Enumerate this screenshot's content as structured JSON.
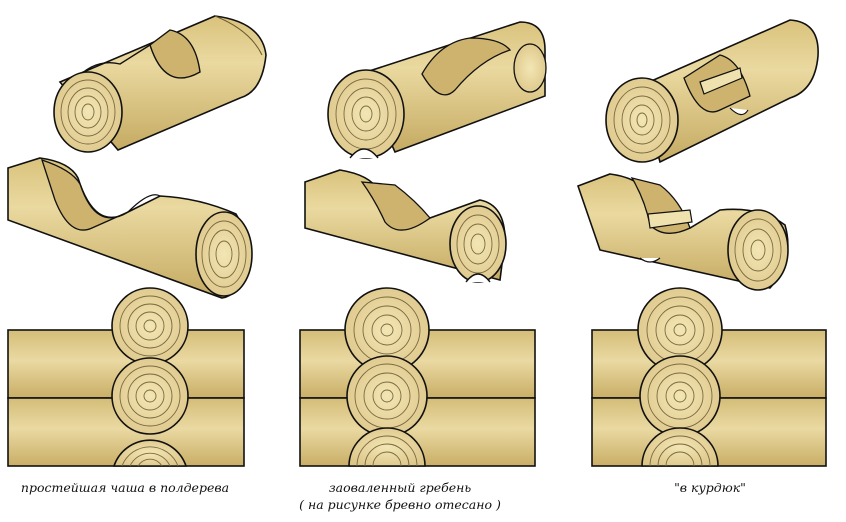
{
  "captions": {
    "method_1": "простейшая чаша в полдерева",
    "method_2_line1": "заоваленный гребень",
    "method_2_line2": "( на рисунке бревно отесано )",
    "method_3": "\"в курдюк\""
  },
  "colors": {
    "wood": "#e3cf90",
    "wood_shade": "#cbb16a",
    "end_grain": "#efdfa6",
    "ring": "#7a6a40",
    "outline": "#111111"
  }
}
